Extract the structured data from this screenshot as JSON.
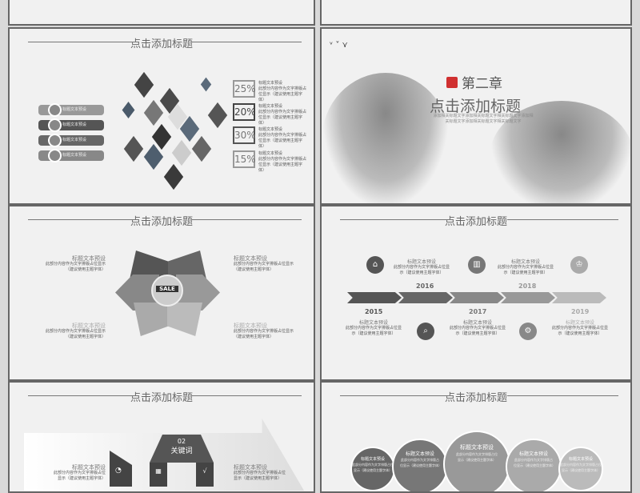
{
  "slide_title": "点击添加标题",
  "placeholder_heading": "标题文本预设",
  "placeholder_body": "此部分内容作为文字排版占位显示（建议使用主题字体）",
  "cube_slide": {
    "items": [
      "标题文本预设",
      "标题文本预设",
      "标题文本预设",
      "标题文本预设"
    ],
    "percents": [
      "25%",
      "20%",
      "30%",
      "15%"
    ]
  },
  "chapter_slide": {
    "chapter": "第二章",
    "title": "点击添加标题",
    "subtitle": "添加相关标题文字添加相关标题文字相关标题文字添加相关标题文字添加相关标题文字相关标题文字",
    "seal_color": "#d03030"
  },
  "flower_slide": {
    "center_label": "SALE"
  },
  "timeline_slide": {
    "years": [
      "2015",
      "2016",
      "2017",
      "2018",
      "2019"
    ],
    "icons": [
      "home-icon",
      "search-icon",
      "chart-icon",
      "gear-icon",
      "trophy-icon"
    ]
  },
  "keyword_slide": {
    "number": "02",
    "keyword": "关键词"
  }
}
